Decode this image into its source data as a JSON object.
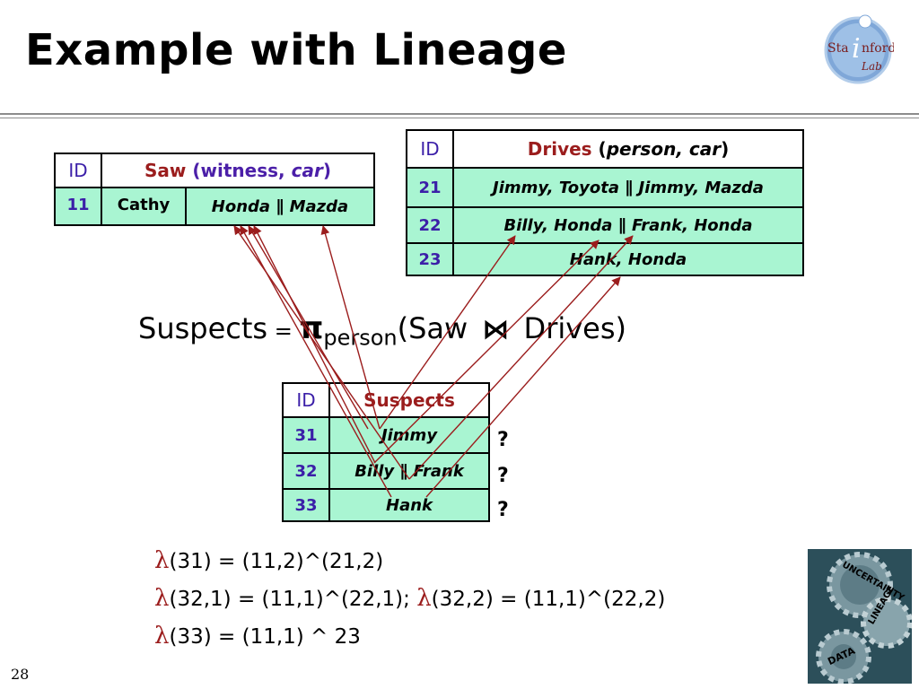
{
  "title": "Example with Lineage",
  "logo": {
    "top_text": "Sta",
    "i": "i",
    "rest_text": "nford",
    "sub": "Lab"
  },
  "saw_table": {
    "id_header": "ID",
    "header_name": "Saw",
    "header_open": " (witness, ",
    "header_car": "car",
    "header_close": ")",
    "row": {
      "id": "11",
      "witness": "Cathy",
      "car": "Honda ∥ Mazda"
    }
  },
  "drives_table": {
    "id_header": "ID",
    "header_name": "Drives",
    "header_open": " (",
    "header_args": "person, car",
    "header_close": ")",
    "rows": [
      {
        "id": "21",
        "value": "Jimmy, Toyota ∥ Jimmy, Mazda"
      },
      {
        "id": "22",
        "value": "Billy, Honda ∥ Frank, Honda"
      },
      {
        "id": "23",
        "value": "Hank, Honda"
      }
    ]
  },
  "formula": {
    "lhs": "Suspects",
    "eq": " = ",
    "pi": "π",
    "sub": "person",
    "open": "(Saw ",
    "join": "⋈",
    "rhs": " Drives)"
  },
  "suspects_table": {
    "id_header": "ID",
    "header_name": "Suspects",
    "rows": [
      {
        "id": "31",
        "value": "Jimmy"
      },
      {
        "id": "32",
        "value": "Billy ∥ Frank"
      },
      {
        "id": "33",
        "value": "Hank"
      }
    ]
  },
  "question_marks": [
    "?",
    "?",
    "?"
  ],
  "lambda_symbol": "λ",
  "lineage": {
    "line1": "(31) = (11,2)^(21,2)",
    "line2a": "(32,1) = (11,1)^(22,1);  ",
    "line2b": "(32,2) = (11,1)^(22,2)",
    "line3": "(33) = (11,1) ^ 23"
  },
  "page_number": "28",
  "badge": {
    "w1": "UNCERTAINTY",
    "w2": "LINEAGE",
    "w3": "DATA"
  },
  "colors": {
    "cell_green": "#a9f5d2",
    "arrow_red": "#9b1d1d",
    "id_purple": "#3b1fa8"
  }
}
